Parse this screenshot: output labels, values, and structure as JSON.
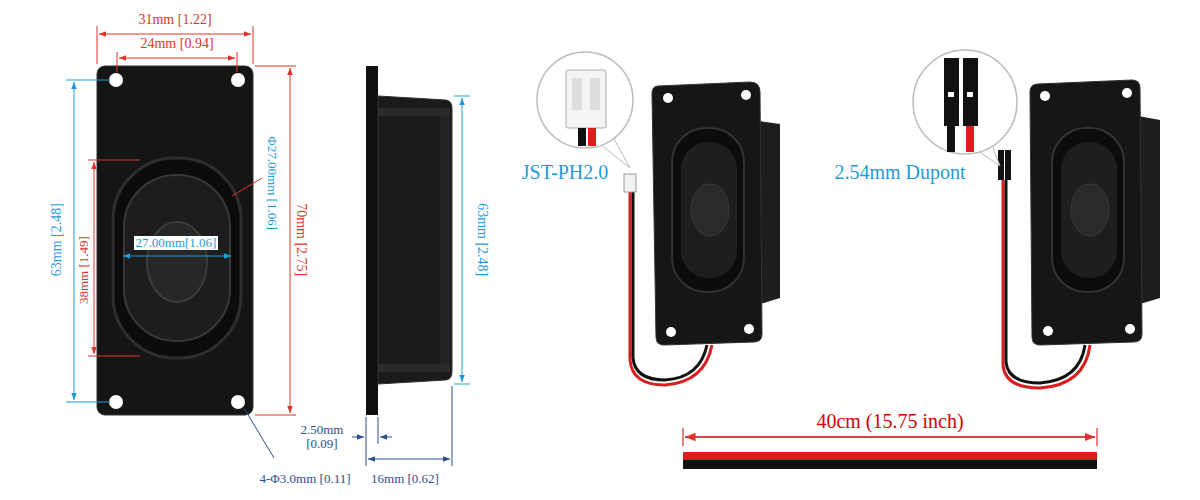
{
  "diagram": {
    "labels": [
      "31mm [1.22]",
      "24mm [0.94]",
      "Φ27.00mm [1.06]",
      "63mm [2.48]",
      "38mm [1.49]",
      "27.00mm[1.06]",
      "70mm [2.75]",
      "63mm [2.48]",
      "2.50mm [0.09]",
      "4-Φ3.0mm [0.11]",
      "16mm [0.62]",
      "JST-PH2.0",
      "2.54mm Dupont",
      "40cm (15.75 inch)"
    ]
  }
}
